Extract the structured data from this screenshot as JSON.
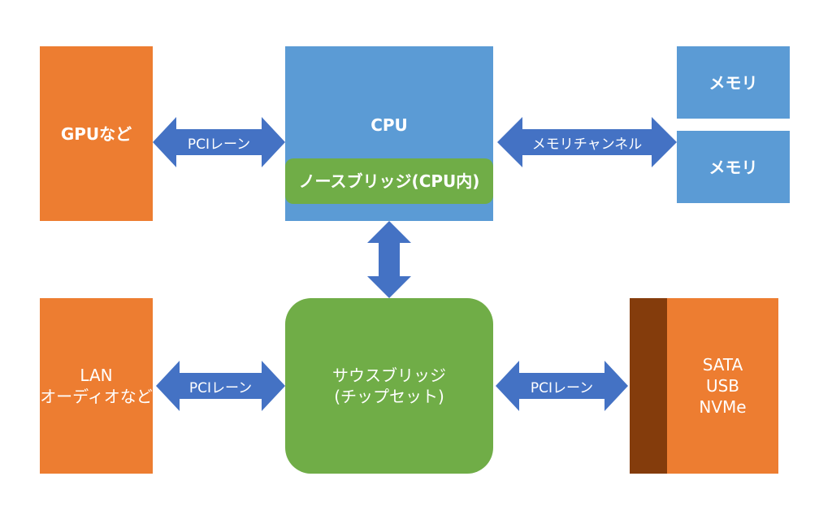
{
  "nodes": {
    "gpu": "GPUなど",
    "cpu": "CPU",
    "northbridge": "ノースブリッジ(CPU内)",
    "memory_top": "メモリ",
    "memory_bottom": "メモリ",
    "lan": "LAN\nオーディオなど",
    "southbridge": "サウスブリッジ\n(チップセット)",
    "storage": "SATA\nUSB\nNVMe"
  },
  "edges": {
    "gpu_cpu": "PCIレーン",
    "cpu_memory": "メモリチャンネル",
    "lan_south": "PCIレーン",
    "south_storage": "PCIレーン"
  },
  "colors": {
    "orange": "#ed7d31",
    "blue": "#5b9bd5",
    "green": "#70ad47",
    "brown": "#843c0c",
    "arrow": "#4472c4"
  }
}
